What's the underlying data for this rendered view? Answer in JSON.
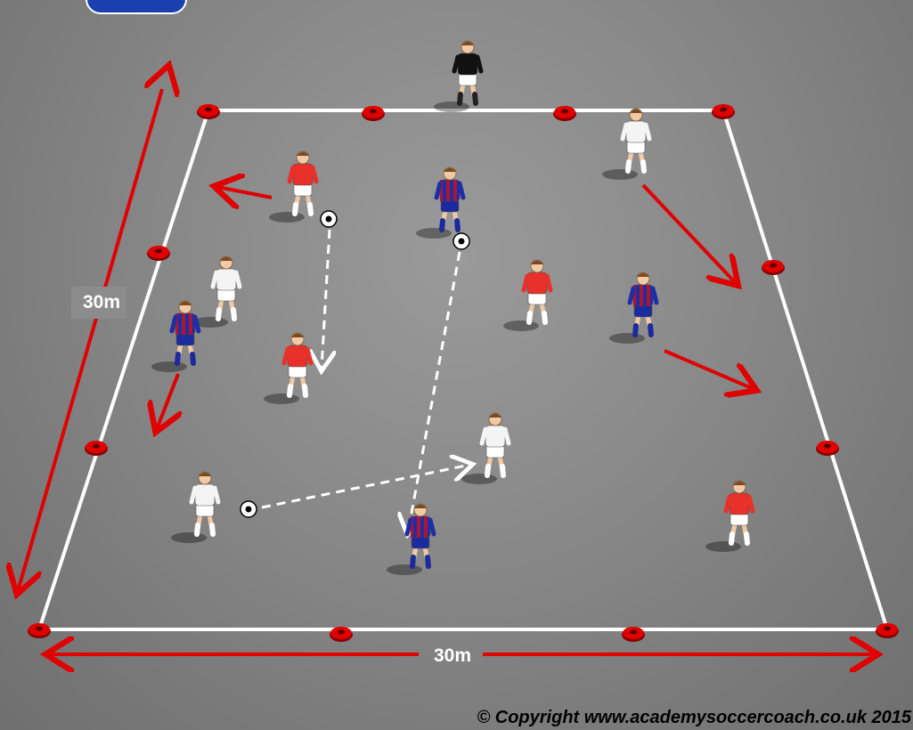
{
  "diagram": {
    "width_label_bottom": "30m",
    "length_label_left": "30m",
    "copyright": "© Copyright www.academysoccercoach.co.uk 2015",
    "colors": {
      "lines": "#ffffff",
      "arrows": "#e00000",
      "cones": "#e00000",
      "team_red_shirt": "#e8312a",
      "team_stripe_a": "#1d2fa6",
      "team_stripe_b": "#b0152d",
      "neutral_white": "#f4f4f4",
      "goalkeeper": "#111111"
    },
    "teams": [
      "red-white",
      "blue-claret-stripes",
      "white"
    ]
  }
}
